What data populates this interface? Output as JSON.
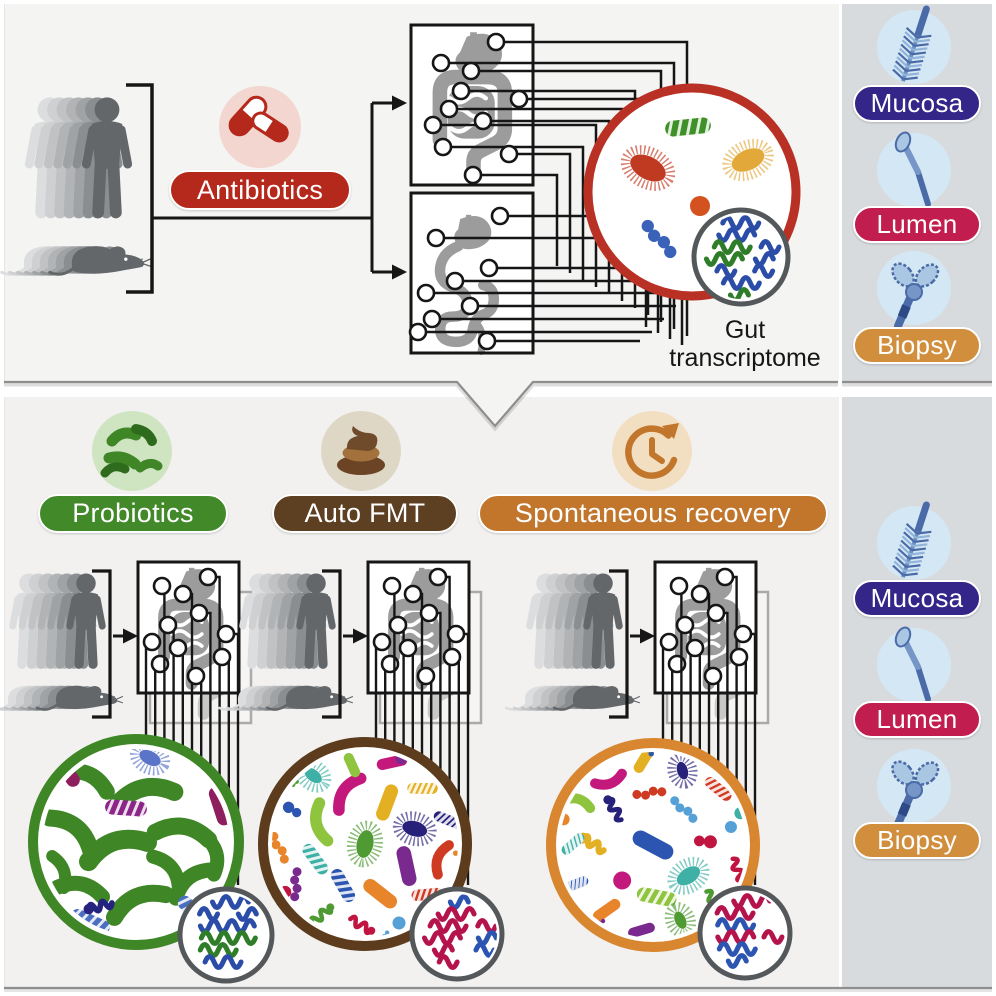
{
  "figure": {
    "top_panel": {
      "treatment": {
        "label": "Antibiotics",
        "color": "#b5281c",
        "icon": "capsules-icon"
      },
      "caption": {
        "line1": "Gut",
        "line2": "transcriptome"
      },
      "microbiome_ring_color": "#b93125",
      "microbiome_state": "depleted"
    },
    "sampling_legend": {
      "items": [
        {
          "label": "Mucosa",
          "color": "#342588",
          "icon": "brush-icon"
        },
        {
          "label": "Lumen",
          "color": "#c11d4e",
          "icon": "swab-icon"
        },
        {
          "label": "Biopsy",
          "color": "#d18f3e",
          "icon": "forceps-icon"
        }
      ]
    },
    "bottom_panel": {
      "arms": [
        {
          "label": "Probiotics",
          "color": "#42892a",
          "icon": "bacteria-icon",
          "ring_color": "#3e8626",
          "microbiome_state": "probiotic-dominated"
        },
        {
          "label": "Auto FMT",
          "color": "#5d3f22",
          "icon": "stool-icon",
          "ring_color": "#5d3c1d",
          "microbiome_state": "diverse"
        },
        {
          "label": "Spontaneous recovery",
          "color": "#c1762c",
          "icon": "clock-icon",
          "ring_color": "#d8862f",
          "microbiome_state": "diverse"
        }
      ]
    }
  }
}
